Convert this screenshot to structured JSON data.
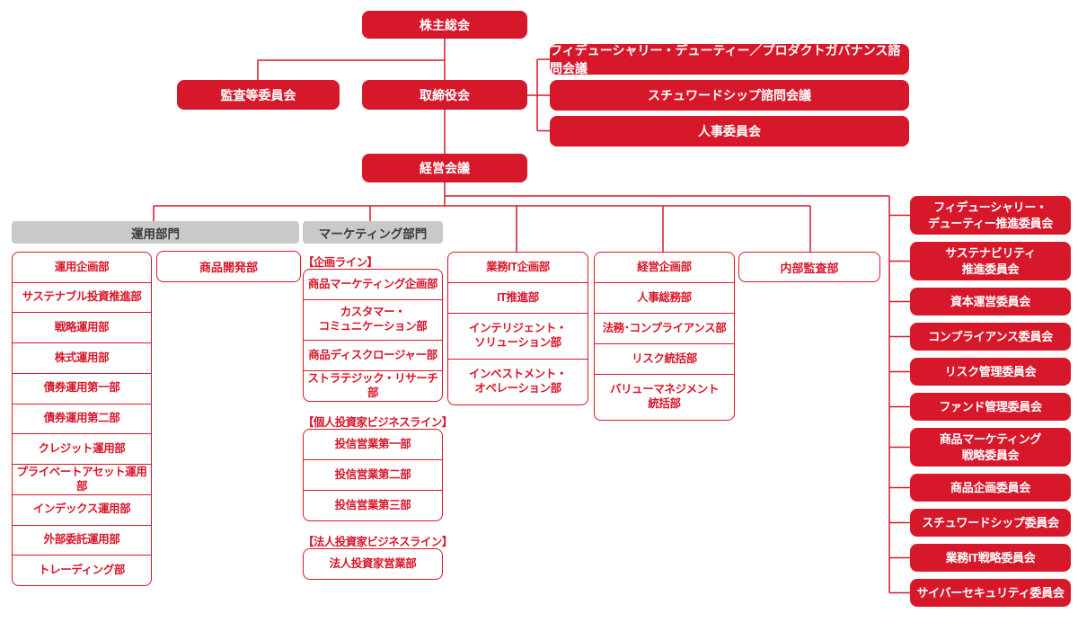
{
  "colors": {
    "red": "#d7182b",
    "gray_header_bg": "#c9c9c9",
    "gray_header_text": "#3a3a3a"
  },
  "governance": {
    "shareholders": "株主総会",
    "audit_committee": "監査等委員会",
    "board": "取締役会",
    "management_meeting": "経営会議",
    "advisory_bodies": [
      "フィデューシャリー・デューティー／プロダクトガバナンス諮問会議",
      "スチュワードシップ諮問会議",
      "人事委員会"
    ]
  },
  "division_headers": {
    "investment": "運用部門",
    "marketing": "マーケティング部門"
  },
  "investment_departments": [
    "運用企画部",
    "サステナブル投資推進部",
    "戦略運用部",
    "株式運用部",
    "債券運用第一部",
    "債券運用第二部",
    "クレジット運用部",
    "プライベートアセット運用部",
    "インデックス運用部",
    "外部委託運用部",
    "トレーディング部"
  ],
  "product_development": "商品開発部",
  "marketing_lines": [
    {
      "label": "【企画ライン】",
      "departments": [
        "商品マーケティング企画部",
        "カスタマー・\nコミュニケーション部",
        "商品ディスクロージャー部",
        "ストラテジック・リサーチ部"
      ]
    },
    {
      "label": "【個人投資家ビジネスライン】",
      "departments": [
        "投信営業第一部",
        "投信営業第二部",
        "投信営業第三部"
      ]
    },
    {
      "label": "【法人投資家ビジネスライン】",
      "departments": [
        "法人投資家営業部"
      ]
    }
  ],
  "it_departments": [
    "業務IT企画部",
    "IT推進部",
    "インテリジェント・\nソリューション部",
    "インベストメント・\nオペレーション部"
  ],
  "corporate_departments": [
    "経営企画部",
    "人事総務部",
    "法務･コンプライアンス部",
    "リスク統括部",
    "バリューマネジメント\n統括部"
  ],
  "internal_audit": "内部監査部",
  "committees": [
    "フィデューシャリー・\nデューティー推進委員会",
    "サステナビリティ\n推進委員会",
    "資本運営委員会",
    "コンプライアンス委員会",
    "リスク管理委員会",
    "ファンド管理委員会",
    "商品マーケティング\n戦略委員会",
    "商品企画委員会",
    "スチュワードシップ委員会",
    "業務IT戦略委員会",
    "サイバーセキュリティ委員会"
  ]
}
